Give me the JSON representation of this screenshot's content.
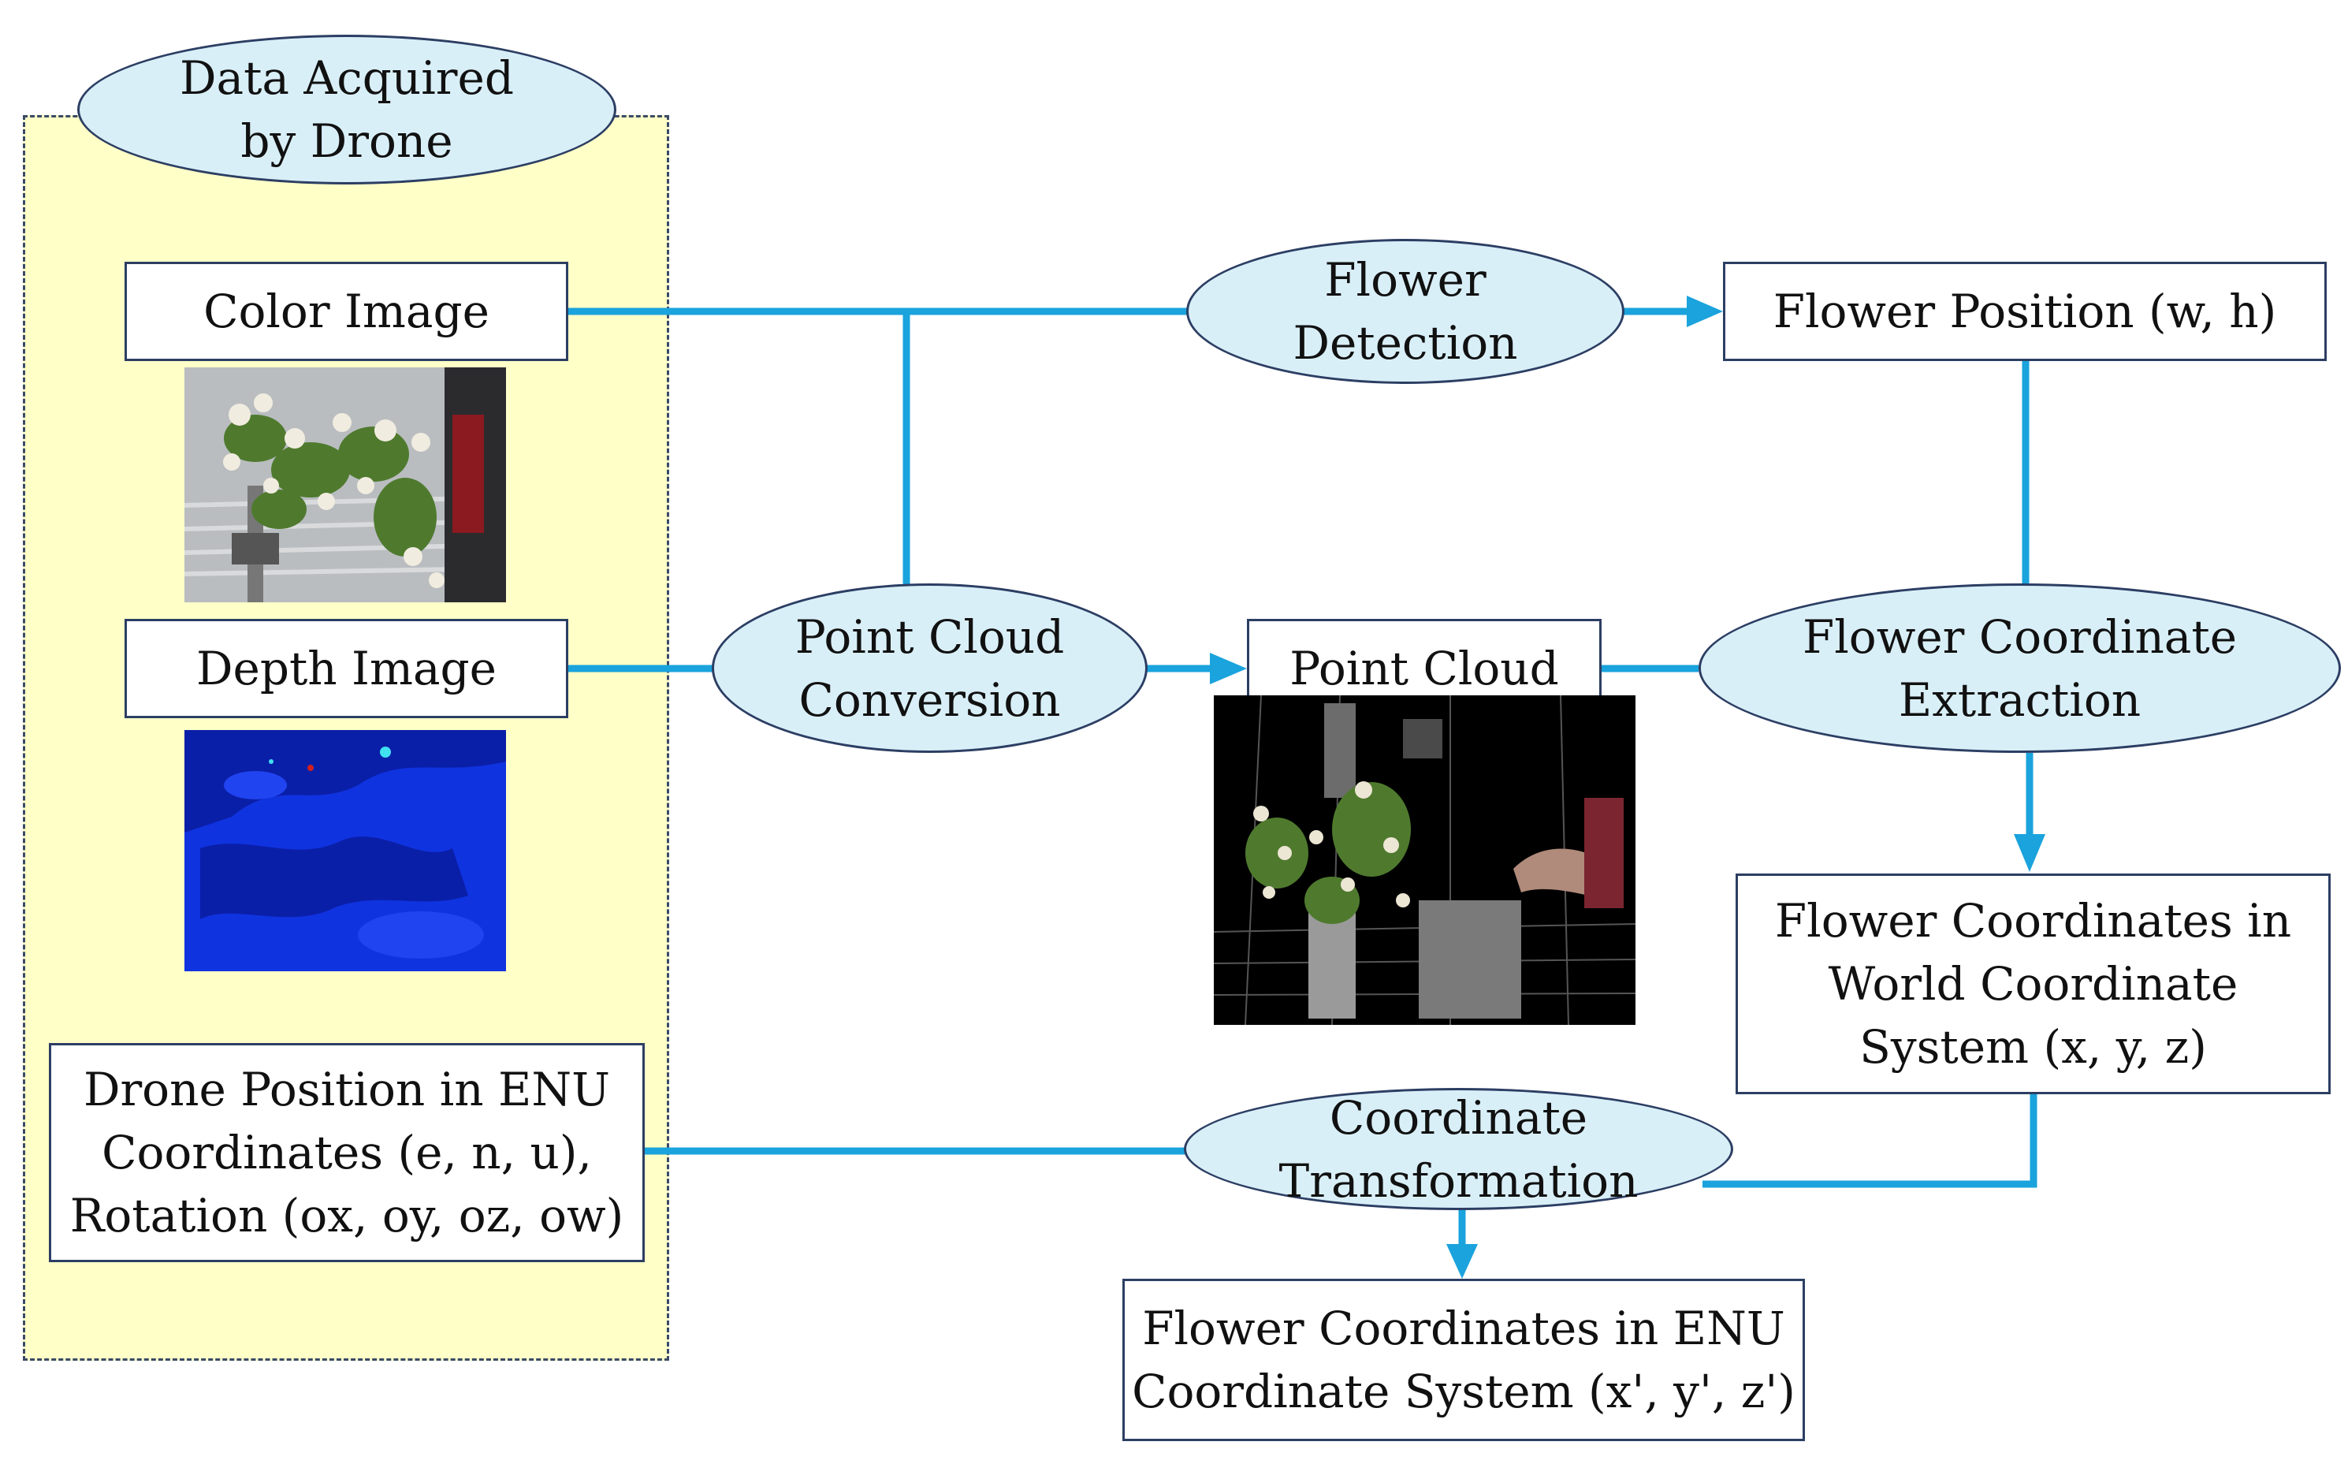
{
  "colors": {
    "connector": "#1aa3dc",
    "node_border": "#2c3e63",
    "ellipse_fill": "#d9eff8",
    "panel_fill": "#ffffc8",
    "panel_border": "#3a4a66"
  },
  "panel": {
    "title": "Data Acquired\nby Drone"
  },
  "inputs": {
    "color_image": "Color Image",
    "depth_image": "Depth Image",
    "drone_position": "Drone Position in ENU\nCoordinates (e, n, u),\nRotation (ox, oy, oz, ow)"
  },
  "processes": {
    "flower_detection": "Flower\nDetection",
    "point_cloud_conversion": "Point Cloud\nConversion",
    "flower_coordinate_extraction": "Flower Coordinate\nExtraction",
    "coordinate_transformation": "Coordinate\nTransformation"
  },
  "outputs": {
    "flower_position": "Flower Position (w, h)",
    "point_cloud": "Point Cloud",
    "world_coordinates": "Flower Coordinates in\nWorld Coordinate\nSystem (x, y, z)",
    "enu_coordinates": "Flower Coordinates in ENU\nCoordinate System (x', y', z')"
  },
  "images": {
    "color_photo": "flower-photo",
    "depth_map": "depth-map",
    "point_cloud_render": "point-cloud-render"
  }
}
